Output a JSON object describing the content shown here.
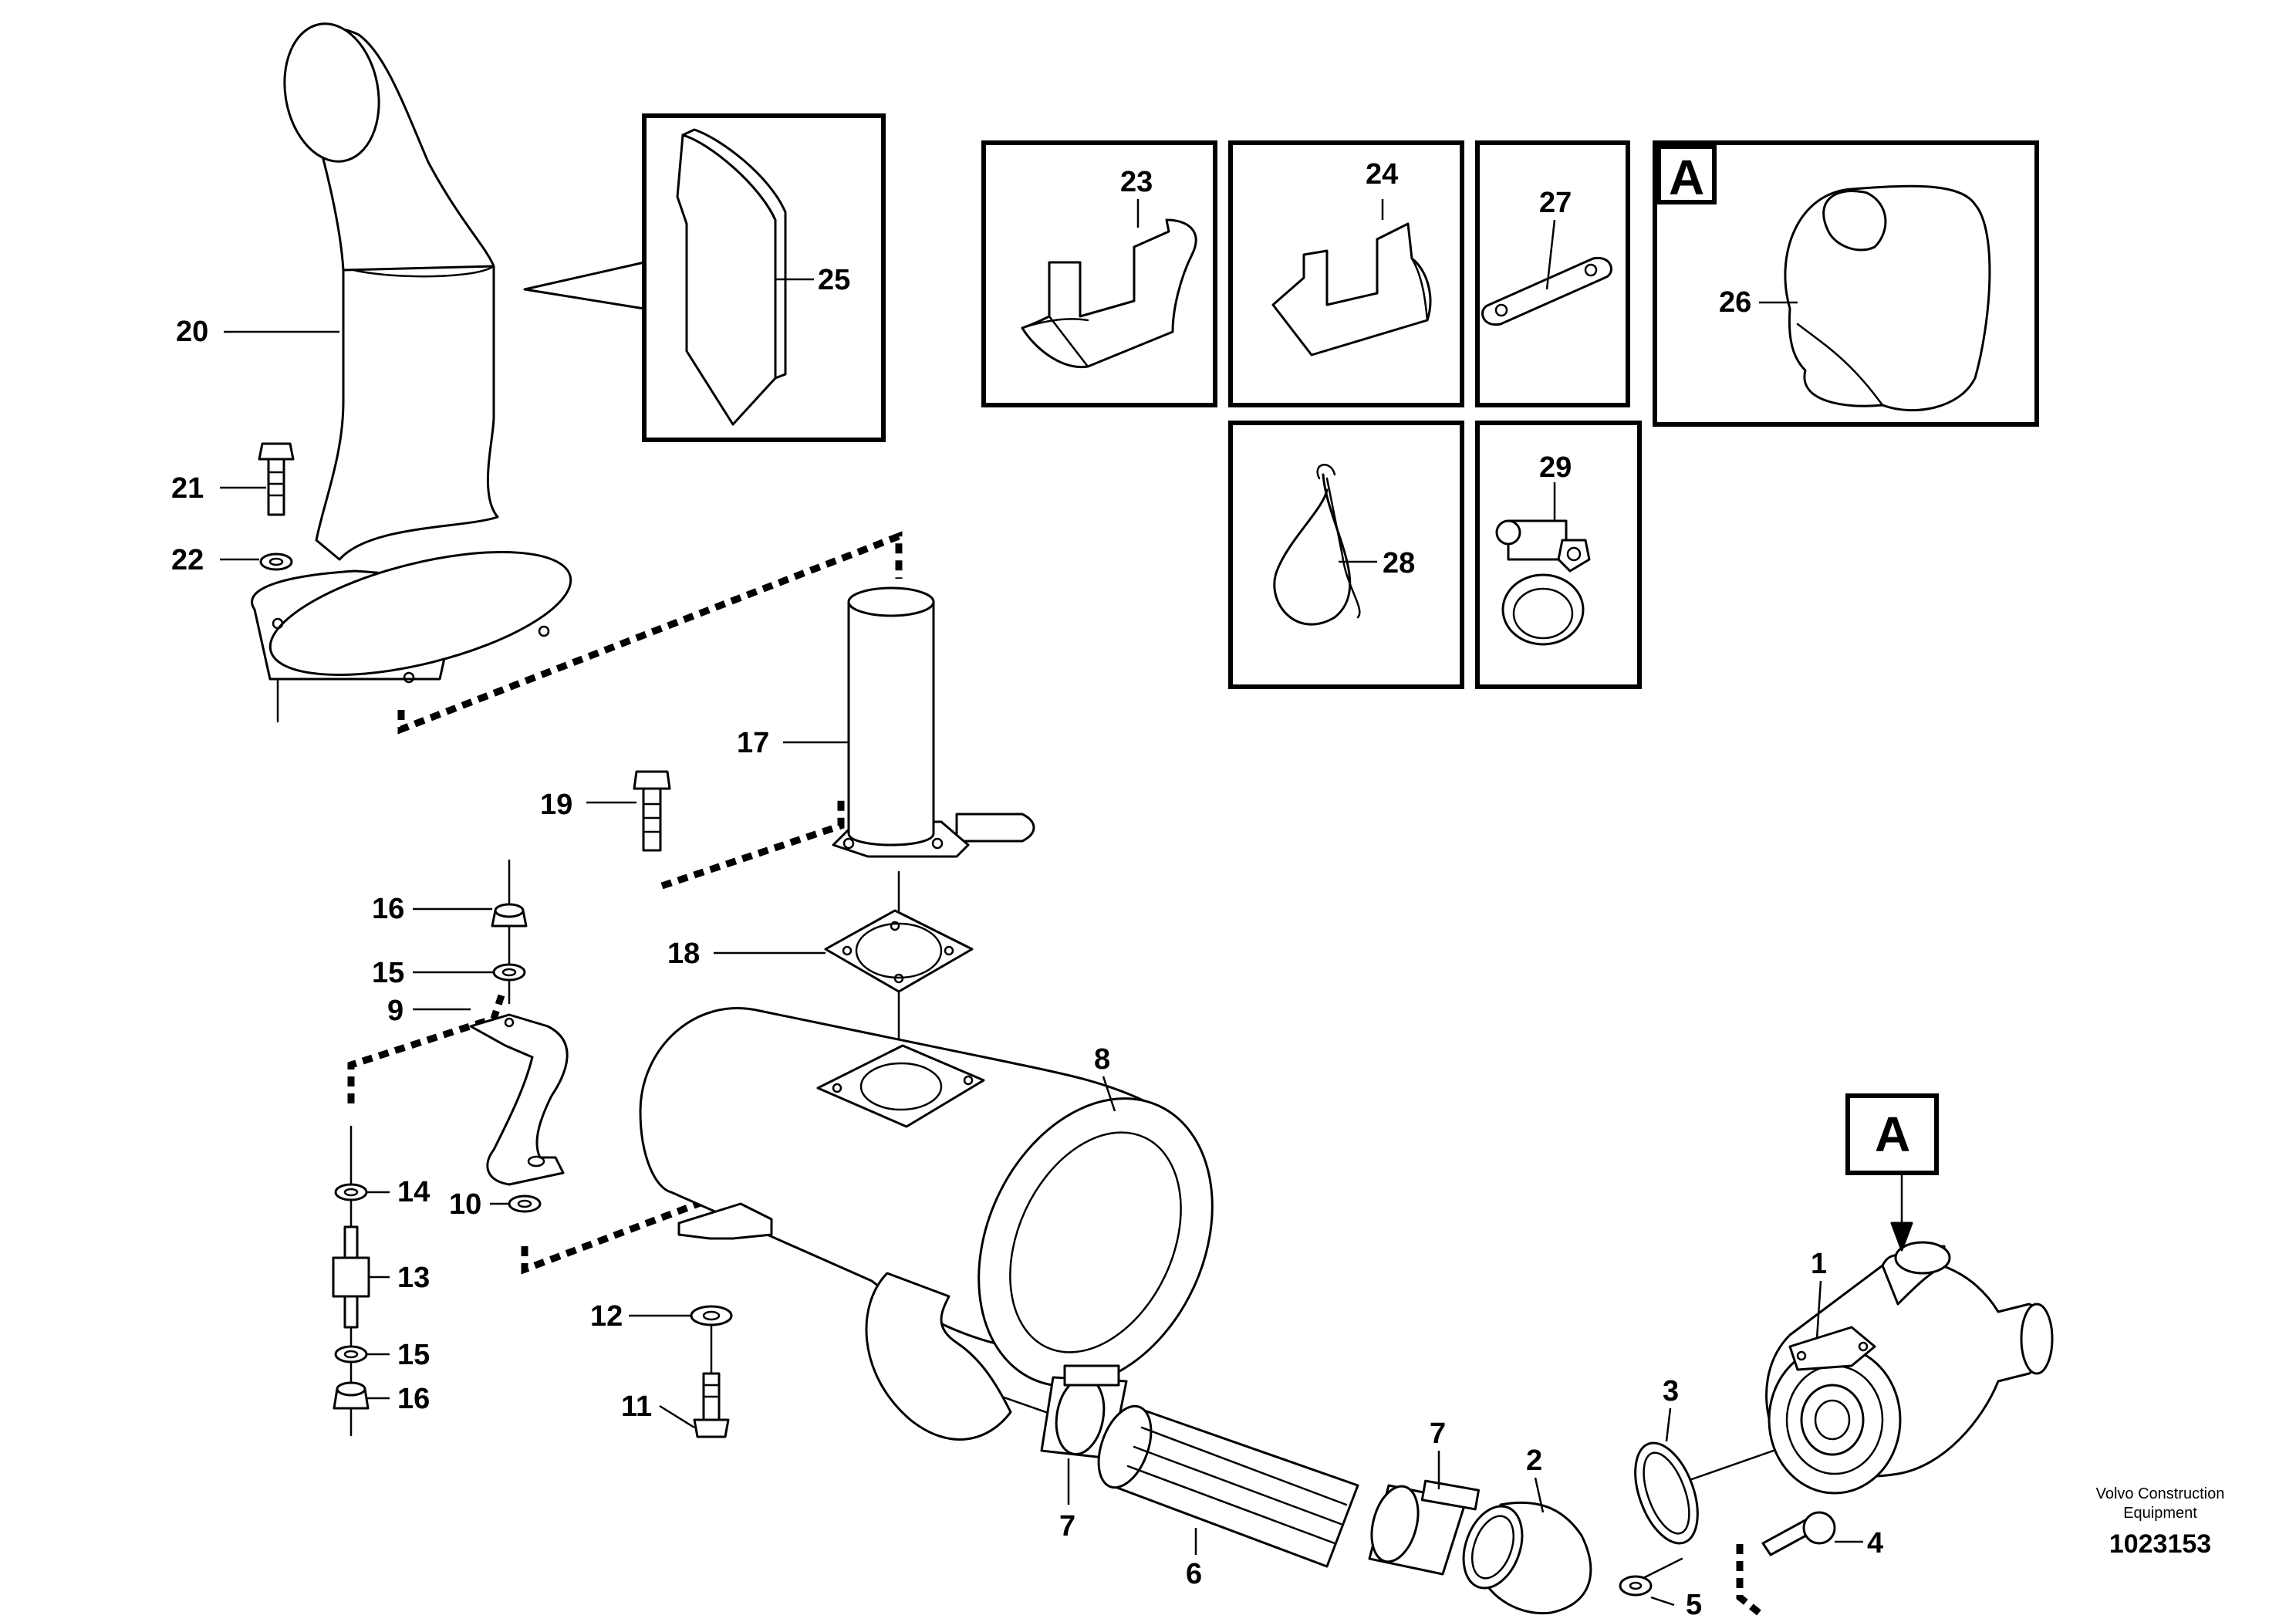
{
  "diagram": {
    "part_labels": {
      "p1": "1",
      "p2": "2",
      "p3": "3",
      "p4": "4",
      "p5": "5",
      "p6": "6",
      "p7a": "7",
      "p7b": "7",
      "p8": "8",
      "p9": "9",
      "p10": "10",
      "p11": "11",
      "p12": "12",
      "p13": "13",
      "p14": "14",
      "p15a": "15",
      "p15b": "15",
      "p16a": "16",
      "p16b": "16",
      "p17": "17",
      "p18": "18",
      "p19": "19",
      "p20": "20",
      "p21": "21",
      "p22": "22",
      "p23": "23",
      "p24": "24",
      "p25": "25",
      "p26": "26",
      "p27": "27",
      "p28": "28",
      "p29": "29"
    },
    "view_letters": {
      "detail_box": "A",
      "turbo_ref": "A"
    },
    "brand": {
      "line1": "Volvo Construction",
      "line2": "Equipment"
    },
    "document_number": "1023153"
  }
}
